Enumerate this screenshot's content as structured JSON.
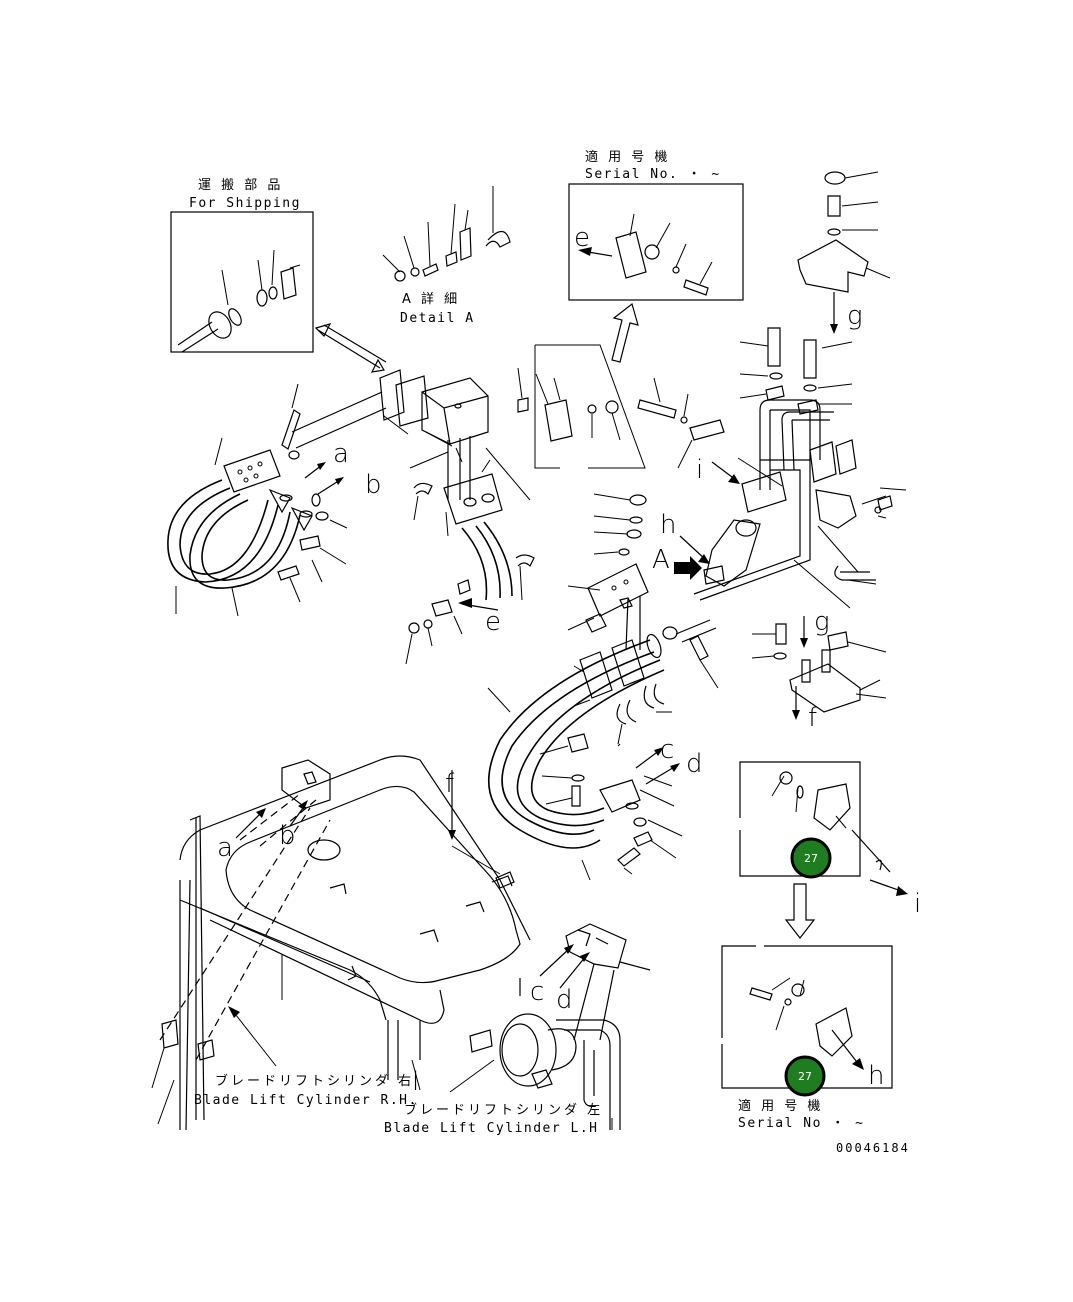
{
  "labels": {
    "for_shipping_jp": "運 搬 部 品",
    "for_shipping_en": "For Shipping",
    "detail_a_jp": "A 詳 細",
    "detail_a_en": "Detail A",
    "serial_top_jp": "適 用 号 機",
    "serial_top_en": "Serial No.  ・  ~",
    "serial_bottom_jp": "適 用 号 機",
    "serial_bottom_en": "Serial No  ・  ~",
    "cyl_rh_jp": "ブレードリフトシリンダ 右",
    "cyl_rh_en": "Blade Lift Cylinder R.H.",
    "cyl_lh_jp": "ブレードリフトシリンダ 左",
    "cyl_lh_en": "Blade Lift Cylinder L.H",
    "doc_number": "00046184"
  },
  "letters": {
    "a": "a",
    "b": "b",
    "c": "c",
    "d": "d",
    "e": "e",
    "f": "f",
    "g": "g",
    "h": "h",
    "i": "i",
    "l": "l",
    "A": "A"
  },
  "badges": [
    {
      "label": "27",
      "color": "#1e7d1e"
    },
    {
      "label": "27",
      "color": "#1e7d1e"
    }
  ]
}
